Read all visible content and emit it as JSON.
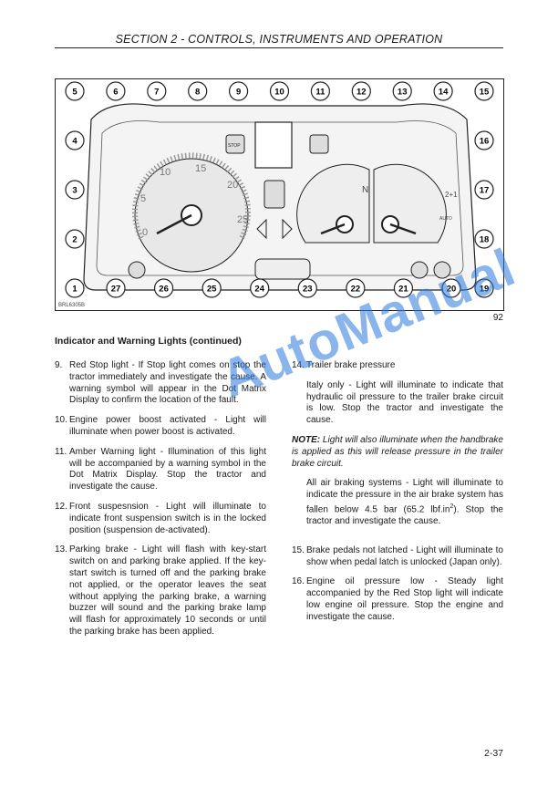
{
  "header": {
    "title": "SECTION 2  - CONTROLS, INSTRUMENTS AND OPERATION"
  },
  "figure": {
    "code": "BRL6305B",
    "number": "92",
    "callouts_top": [
      "5",
      "6",
      "7",
      "8",
      "9",
      "10",
      "11",
      "12",
      "13",
      "14",
      "15"
    ],
    "callouts_left": [
      "4",
      "3",
      "2",
      "1"
    ],
    "callouts_right": [
      "16",
      "17",
      "18",
      "19"
    ],
    "callouts_bottom": [
      "27",
      "26",
      "25",
      "24",
      "23",
      "22",
      "21",
      "20"
    ],
    "tach_scale": [
      "0",
      "5",
      "10",
      "15",
      "20",
      "25"
    ],
    "digital_glyphs": [
      "N",
      "2+1"
    ],
    "auto_label": "AUTO",
    "stop_label": "STOP"
  },
  "section_heading": "Indicator and Warning Lights (continued)",
  "left_items": [
    {
      "num": "9.",
      "text": "Red Stop light - If Stop light comes on stop the tractor immediately and investigate the cause. A warning symbol will appear in the Dot Matrix Display to confirm the location of the fault."
    },
    {
      "num": "10.",
      "text": "Engine power boost activated - Light will illuminate when power boost is activated."
    },
    {
      "num": "11.",
      "text": "Amber Warning light - Illumination of this light will be accompanied by a warning symbol in the Dot Matrix Display. Stop the tractor and investigate the cause."
    },
    {
      "num": "12.",
      "text": "Front suspesnsion - Light will illuminate to indicate front suspension switch is in the locked position (suspension de-activated)."
    },
    {
      "num": "13.",
      "text": "Parking brake - Light will flash with key-start switch on and parking brake applied. If the key-start switch is turned off and the parking brake not applied, or the operator leaves the seat without applying the parking brake, a warning buzzer will sound and the parking brake lamp will flash for approximately 10 seconds or until the parking brake has been applied."
    }
  ],
  "right": {
    "item14": {
      "num": "14.",
      "text": "Trailer brake pressure"
    },
    "item14_para": "Italy only - Light will illuminate to indicate that hydraulic oil pressure to the trailer brake circuit is low. Stop the tractor and investigate the cause.",
    "note_label": "NOTE:",
    "note_text": " Light will also illuminate when the handbrake is applied as this will release pressure in the trailer brake circuit.",
    "air_para_a": "All air braking systems - Light will illuminate to indicate the pressure in the air brake system has fallen below 4.5 bar (65.2 lbf.in",
    "air_para_sup": "2",
    "air_para_b": "). Stop the tractor and investigate the cause.",
    "item15": {
      "num": "15.",
      "text": "Brake pedals not latched - Light will illuminate to show when pedal latch is unlocked (Japan only)."
    },
    "item16": {
      "num": "16.",
      "text": "Engine oil pressure low - Steady light accompanied by the Red Stop light will indicate low engine oil pressure. Stop the engine and investigate the cause."
    }
  },
  "page_number": "2-37",
  "watermark": "AutoManual"
}
